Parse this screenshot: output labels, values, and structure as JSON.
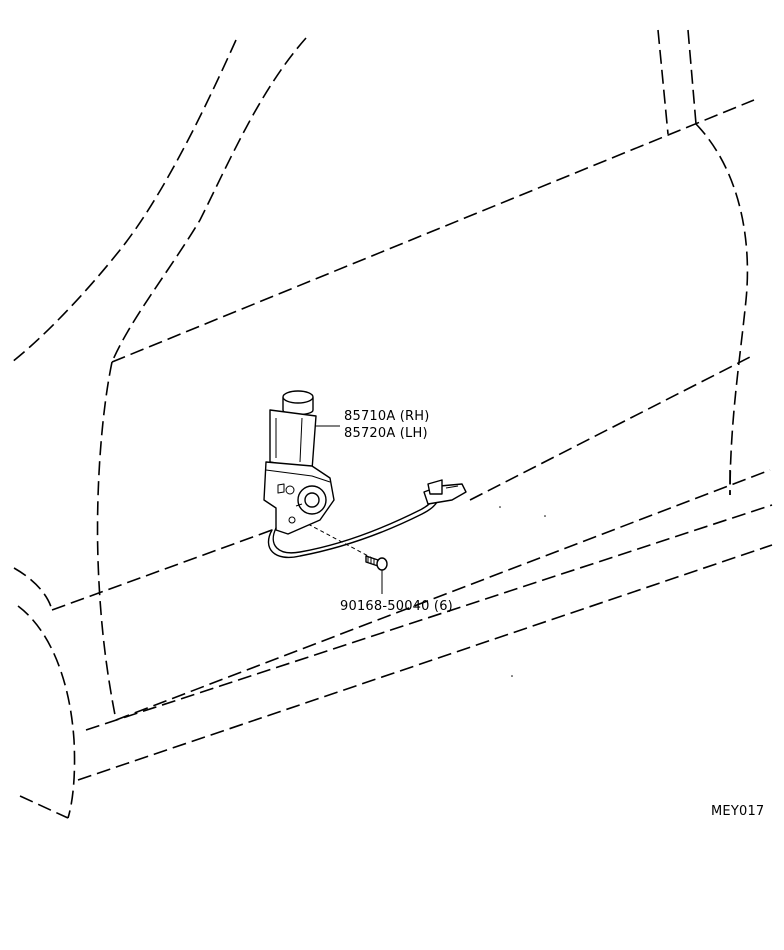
{
  "diagram": {
    "parts": {
      "motor_rh": "85710A (RH)",
      "motor_lh": "85720A (LH)",
      "screw": "90168-50040 (6)"
    },
    "figure_code": "MEY017"
  }
}
